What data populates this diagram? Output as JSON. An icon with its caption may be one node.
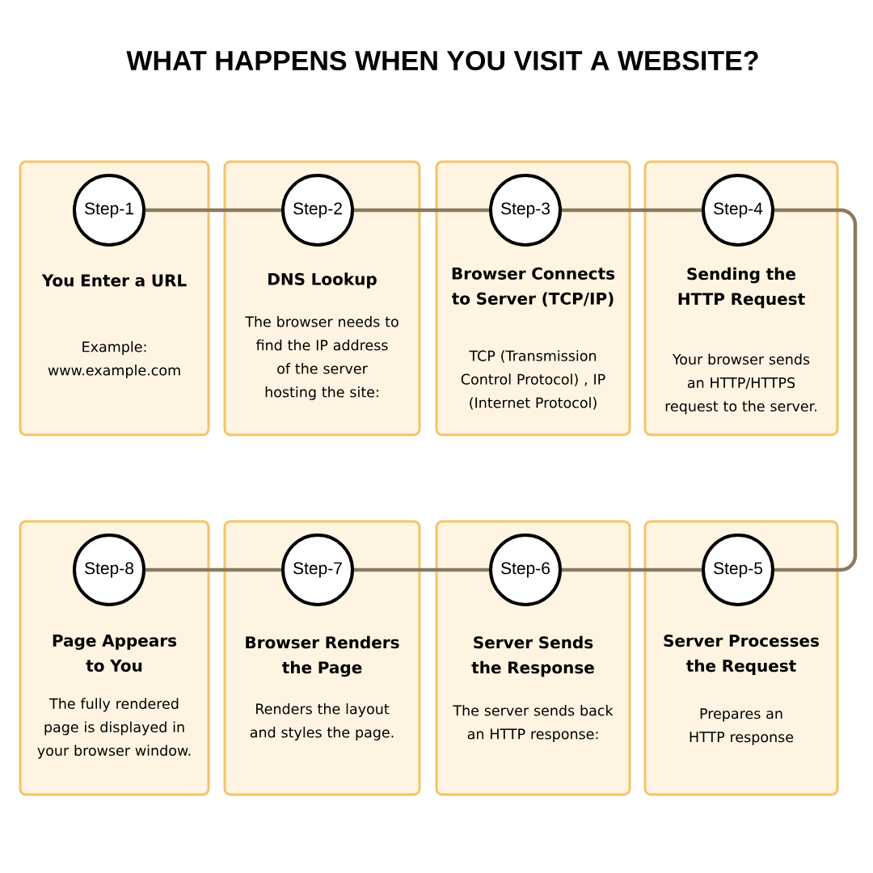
{
  "diagram": {
    "title": "WHAT HAPPENS WHEN YOU VISIT A WEBSITE?",
    "nodes": [
      {
        "text": [
          "You Enter a URL",
          "Example: www.example.com"
        ]
      },
      {
        "text": [
          "Step-1"
        ],
        "in": 0
      },
      {
        "text": [
          "DNS Lookup",
          "The browser needs to find the IP address of the server hosting the site:"
        ]
      },
      {
        "text": [
          "Step-2"
        ],
        "in": 2
      },
      {
        "text": [
          "Browser Connects to Server (TCP/IP)",
          "TCP (Transmission Control Protocol) , IP (Internet Protocol)"
        ]
      },
      {
        "text": [
          "Step-3"
        ],
        "in": 4
      },
      {
        "text": [
          "Sending the HTTP Request",
          "Your browser sends an HTTP/HTTPS request to the server."
        ]
      },
      {
        "text": [
          "Step-4"
        ],
        "in": 6
      },
      {
        "text": [
          "Page Appears to You",
          "The fully rendered page is displayed in your browser window."
        ]
      },
      {
        "text": [
          "Step-8"
        ],
        "in": 8
      },
      {
        "text": [
          "Browser Renders the Page",
          "Renders the layout and styles the page."
        ]
      },
      {
        "text": [
          "Step-7"
        ],
        "in": 10
      },
      {
        "text": [
          "Server Sends the Response",
          "The server sends back an HTTP response:"
        ]
      },
      {
        "text": [
          "Step-6"
        ],
        "in": 12
      },
      {
        "text": [
          "Server Processes the Request",
          "Prepares an HTTP response"
        ]
      },
      {
        "text": [
          "Step-5"
        ],
        "in": 14
      }
    ],
    "edges": [
      {
        "from": 1,
        "to": 3,
        "arrow": "none"
      },
      {
        "from": 3,
        "to": 5,
        "arrow": "none"
      },
      {
        "from": 5,
        "to": 7,
        "arrow": "none"
      },
      {
        "from": 7,
        "to": 15,
        "arrow": "none"
      },
      {
        "from": 15,
        "to": 13,
        "arrow": "none"
      },
      {
        "from": 13,
        "to": 11,
        "arrow": "none"
      },
      {
        "from": 11,
        "to": 9,
        "arrow": "none"
      }
    ]
  }
}
